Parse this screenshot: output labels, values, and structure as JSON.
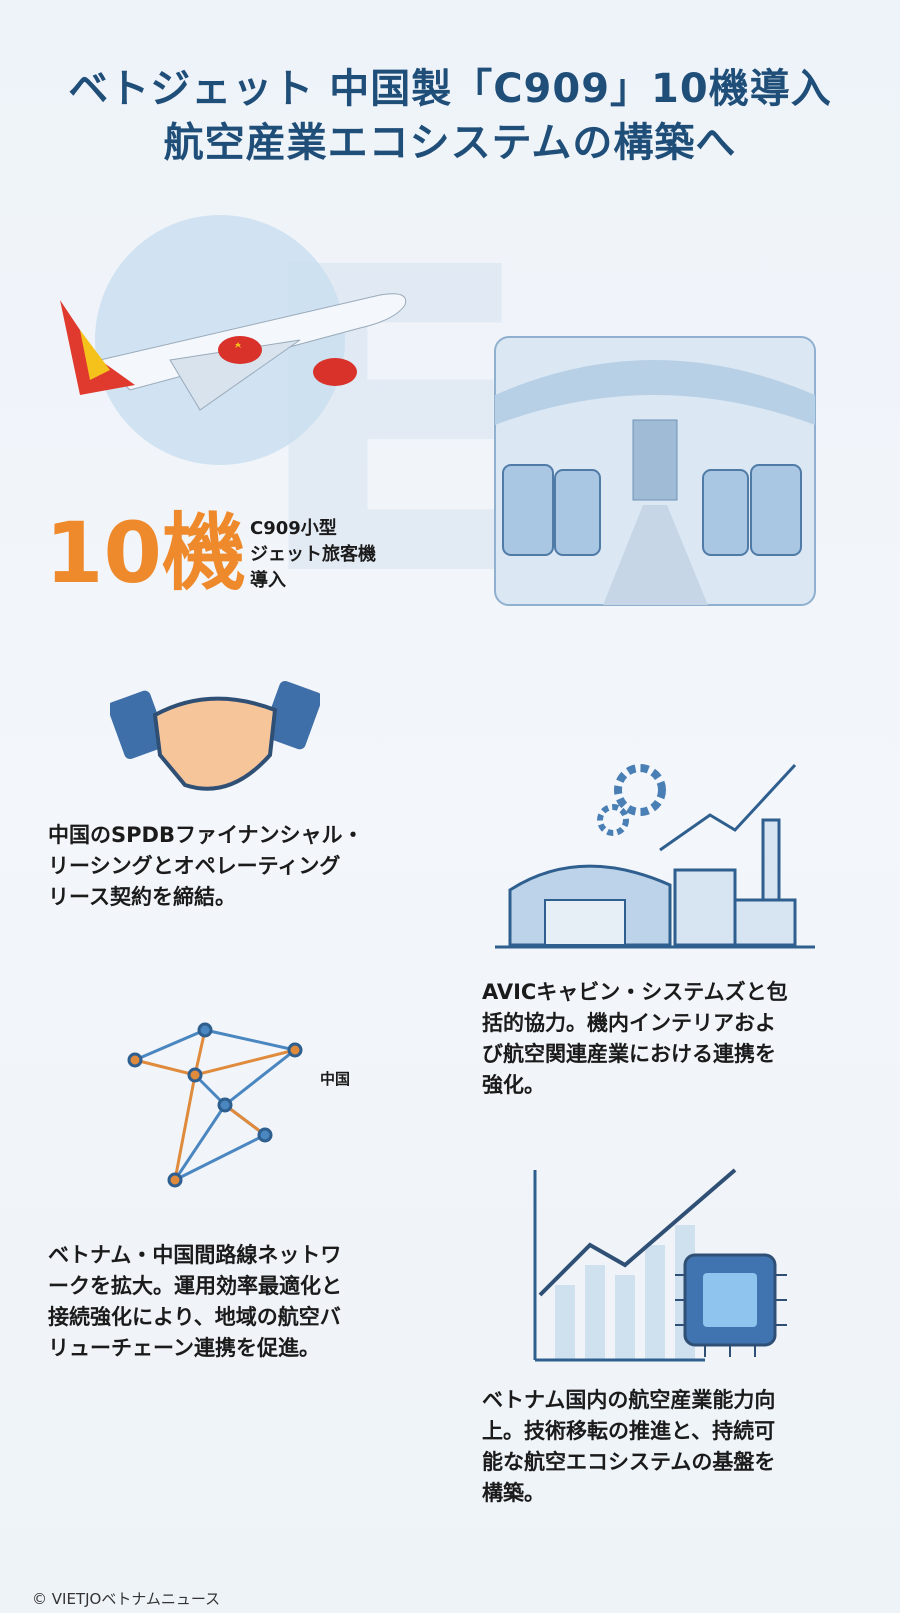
{
  "title": {
    "line1": "ベトジェット 中国製「C909」10機導入",
    "line2": "航空産業エコシステムの構築へ"
  },
  "highlight": {
    "number": "10機",
    "line1": "C909小型",
    "line2": "ジェット旅客機",
    "line3": "導入"
  },
  "sections": [
    {
      "lines": [
        "中国のSPDBファイナンシャル・",
        "リーシングとオペレーティング",
        "リース契約を締結。"
      ],
      "icon": "handshake-icon"
    },
    {
      "lines": [
        "AVICキャビン・システムズと包",
        "括的協力。機内インテリアおよ",
        "び航空関連産業における連携を",
        "強化。"
      ],
      "icon": "factory-icon"
    },
    {
      "lines": [
        "ベトナム・中国間路線ネットワ",
        "ークを拡大。運用効率最適化と",
        "接続強化により、地域の航空バ",
        "リューチェーン連携を促進。"
      ],
      "icon": "network-icon"
    },
    {
      "lines": [
        "ベトナム国内の航空産業能力向",
        "上。技術移転の推進と、持続可",
        "能な航空エコシステムの基盤を",
        "構築。"
      ],
      "icon": "growth-chip-icon"
    }
  ],
  "network_label": "中国",
  "footer": "© VIETJOベトナムニュース",
  "colors": {
    "title": "#1f4e79",
    "accent": "#ef8a2c",
    "plane_red": "#d8322a",
    "plane_yellow": "#f4c21b",
    "icon_blue": "#4a7fb5"
  }
}
